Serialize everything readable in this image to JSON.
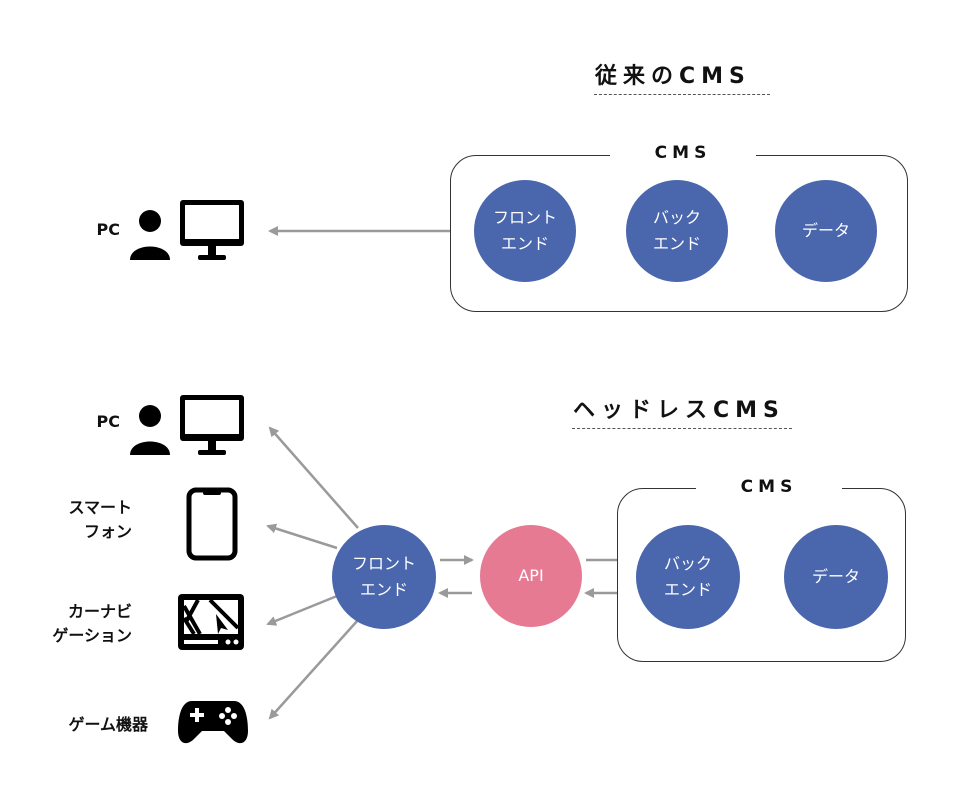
{
  "traditional": {
    "title": "従来のCMS",
    "box_label": "CMS",
    "device_label": "PC",
    "nodes": {
      "frontend": [
        "フロント",
        "エンド"
      ],
      "backend": [
        "バック",
        "エンド"
      ],
      "data": [
        "データ"
      ]
    }
  },
  "headless": {
    "title": "ヘッドレスCMS",
    "box_label": "CMS",
    "nodes": {
      "frontend": [
        "フロント",
        "エンド"
      ],
      "api": [
        "API"
      ],
      "backend": [
        "バック",
        "エンド"
      ],
      "data": [
        "データ"
      ]
    },
    "devices": [
      {
        "id": "pc",
        "label": [
          "PC"
        ],
        "icon": "monitor-with-user-icon"
      },
      {
        "id": "smartphone",
        "label": [
          "スマート",
          "フォン"
        ],
        "icon": "smartphone-icon"
      },
      {
        "id": "carnavi",
        "label": [
          "カーナビ",
          "ゲーション"
        ],
        "icon": "car-navigation-icon"
      },
      {
        "id": "game",
        "label": [
          "ゲーム機器"
        ],
        "icon": "game-controller-icon"
      }
    ]
  },
  "colors": {
    "node_blue": "#4a66ad",
    "node_pink": "#e67a92",
    "arrow_gray": "#9a9a9a"
  }
}
